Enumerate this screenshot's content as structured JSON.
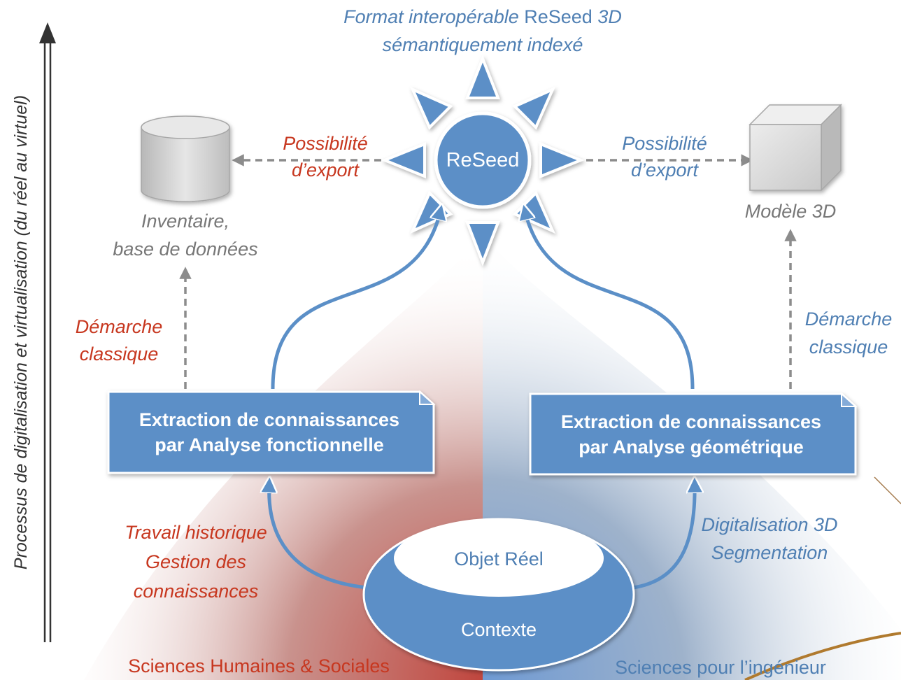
{
  "axis_label": "Processus de digitalisation et virtualisation (du réel au virtuel)",
  "top_title": {
    "line1_italic_a": "Format interopérable ",
    "line1_plain": "ReSeed",
    "line1_italic_b": " 3D",
    "line2": "sémantiquement indexé"
  },
  "center": {
    "label": "ReSeed"
  },
  "left": {
    "export_line1": "Possibilité",
    "export_line2": "d’export",
    "inventory_line1": "Inventaire,",
    "inventory_line2": "base de données",
    "demarche_line1": "Démarche",
    "demarche_line2": "classique",
    "box_line1": "Extraction de connaissances",
    "box_line2": "par Analyse fonctionnelle",
    "work_line1": "Travail historique",
    "work_line2": "Gestion des",
    "work_line3": "connaissances",
    "domain": "Sciences Humaines & Sociales"
  },
  "right": {
    "export_line1": "Possibilité",
    "export_line2": "d’export",
    "model_label": "Modèle 3D",
    "demarche_line1": "Démarche",
    "demarche_line2": "classique",
    "box_line1": "Extraction de connaissances",
    "box_line2": "par Analyse géométrique",
    "digit_line1": "Digitalisation 3D",
    "digit_line2": "Segmentation",
    "domain": "Sciences pour l’ingénieur"
  },
  "object": {
    "inner_label": "Objet Réel",
    "outer_label": "Contexte"
  },
  "colors": {
    "blue": "#5b8fc7",
    "red_text": "#c7371f",
    "blue_text": "#4f7fb3",
    "grey_text": "#777777"
  }
}
